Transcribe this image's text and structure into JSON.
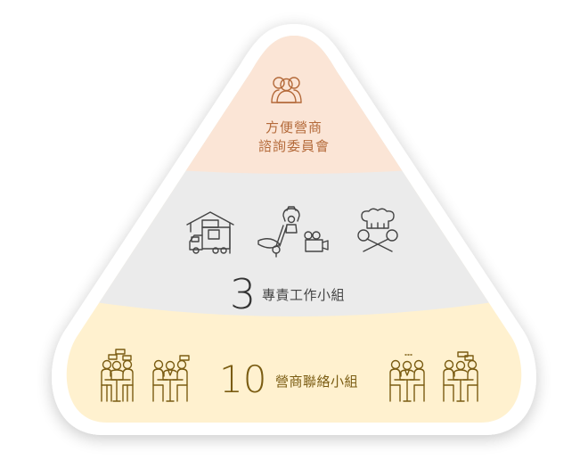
{
  "diagram": {
    "type": "pyramid",
    "levels": [
      {
        "tier": "top",
        "title_line1": "方便營商",
        "title_line2": "諮詢委員會",
        "icon": "people-group-icon",
        "fill_color": "#fbe5d6",
        "text_color": "#b46a3a"
      },
      {
        "tier": "middle",
        "count": "3",
        "title": "專責工作小組",
        "icons": [
          "warehouse-truck-icon",
          "claw-machine-golf-camera-icon",
          "chef-hat-spoons-icon"
        ],
        "fill_color": "#ebebeb",
        "text_color": "#444444"
      },
      {
        "tier": "bottom",
        "count": "10",
        "title": "營商聯絡小組",
        "icons": [
          "meeting-group-icon",
          "meeting-group-icon",
          "meeting-group-icon",
          "meeting-group-icon"
        ],
        "fill_color": "#fff1cf",
        "text_color": "#7a5c12"
      }
    ],
    "border_color": "#ffffff"
  }
}
